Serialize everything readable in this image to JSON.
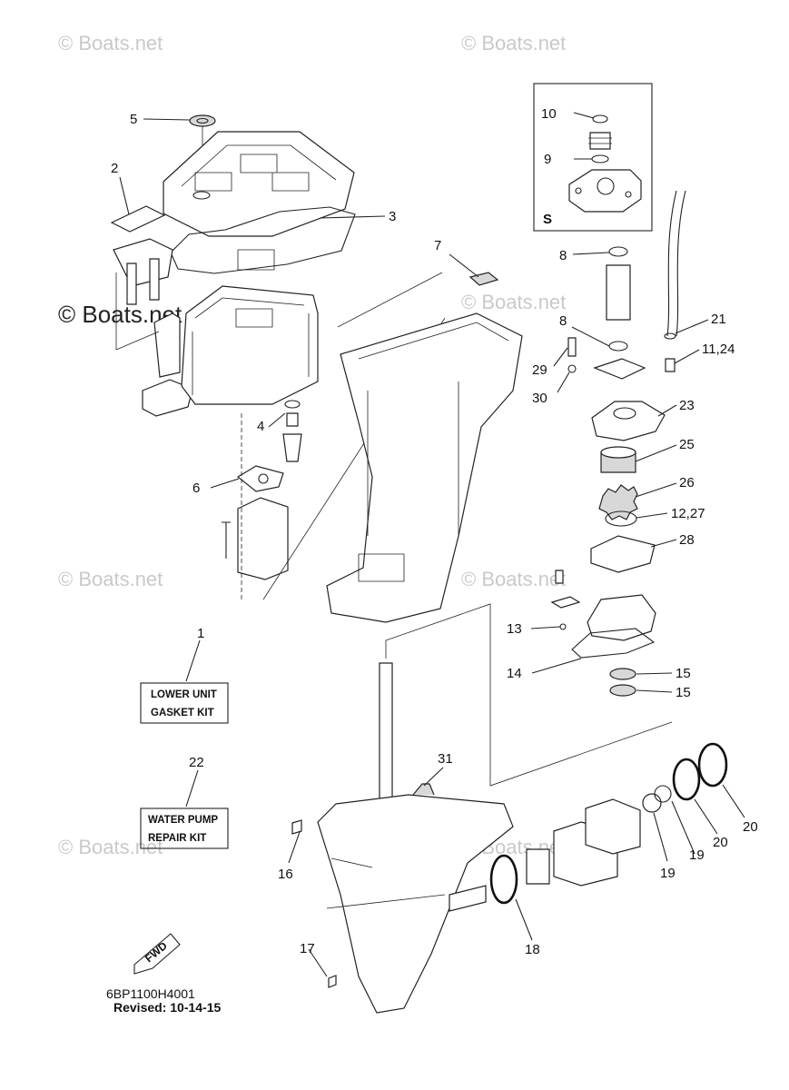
{
  "watermarks": [
    "© Boats.net",
    "© Boats.net",
    "© Boats.net",
    "© Boats.net",
    "© Boats.net",
    "© Boats.net",
    "© Boats.net",
    "© Boats.net"
  ],
  "inset": {
    "label": "S"
  },
  "callouts": {
    "c1": "1",
    "c2": "2",
    "c3": "3",
    "c4": "4",
    "c5": "5",
    "c6": "6",
    "c7": "7",
    "c8a": "8",
    "c8b": "8",
    "c9": "9",
    "c10": "10",
    "c11_24": "11,24",
    "c12_27": "12,27",
    "c13": "13",
    "c14": "14",
    "c15a": "15",
    "c15b": "15",
    "c16": "16",
    "c17": "17",
    "c18": "18",
    "c19a": "19",
    "c19b": "19",
    "c20a": "20",
    "c20b": "20",
    "c21": "21",
    "c22": "22",
    "c23": "23",
    "c25": "25",
    "c26": "26",
    "c28": "28",
    "c29": "29",
    "c30": "30",
    "c31": "31"
  },
  "kits": {
    "lower_unit": {
      "line1": "LOWER UNIT",
      "line2": "GASKET KIT"
    },
    "water_pump": {
      "line1": "WATER PUMP",
      "line2": "REPAIR KIT"
    }
  },
  "fwd_label": "FWD",
  "footer": {
    "diagram_code": "6BP1100H4001",
    "revised": "Revised: 10-14-15"
  }
}
